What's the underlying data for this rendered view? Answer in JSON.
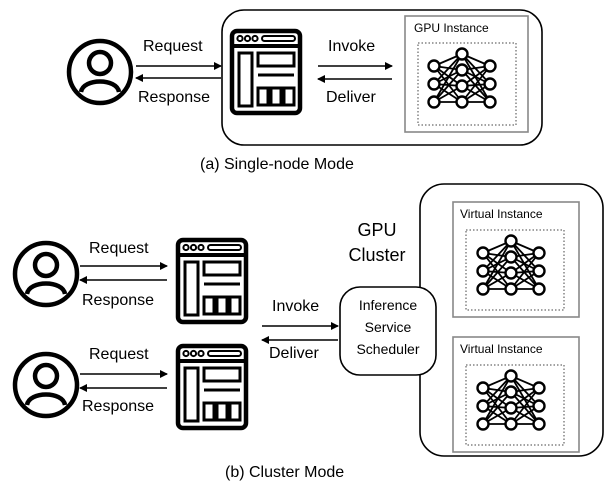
{
  "single_node": {
    "request": "Request",
    "response": "Response",
    "invoke": "Invoke",
    "deliver": "Deliver",
    "gpu_instance": "GPU Instance",
    "caption": "(a) Single-node Mode"
  },
  "cluster": {
    "top_request": "Request",
    "top_response": "Response",
    "bottom_request": "Request",
    "bottom_response": "Response",
    "invoke": "Invoke",
    "deliver": "Deliver",
    "gpu_cluster_line1": "GPU",
    "gpu_cluster_line2": "Cluster",
    "scheduler_line1": "Inference",
    "scheduler_line2": "Service",
    "scheduler_line3": "Scheduler",
    "virtual_instance_top": "Virtual Instance",
    "virtual_instance_bottom": "Virtual Instance",
    "caption": "(b) Cluster Mode"
  },
  "icons": [
    "user-icon",
    "web-app-icon",
    "neural-network-icon"
  ]
}
